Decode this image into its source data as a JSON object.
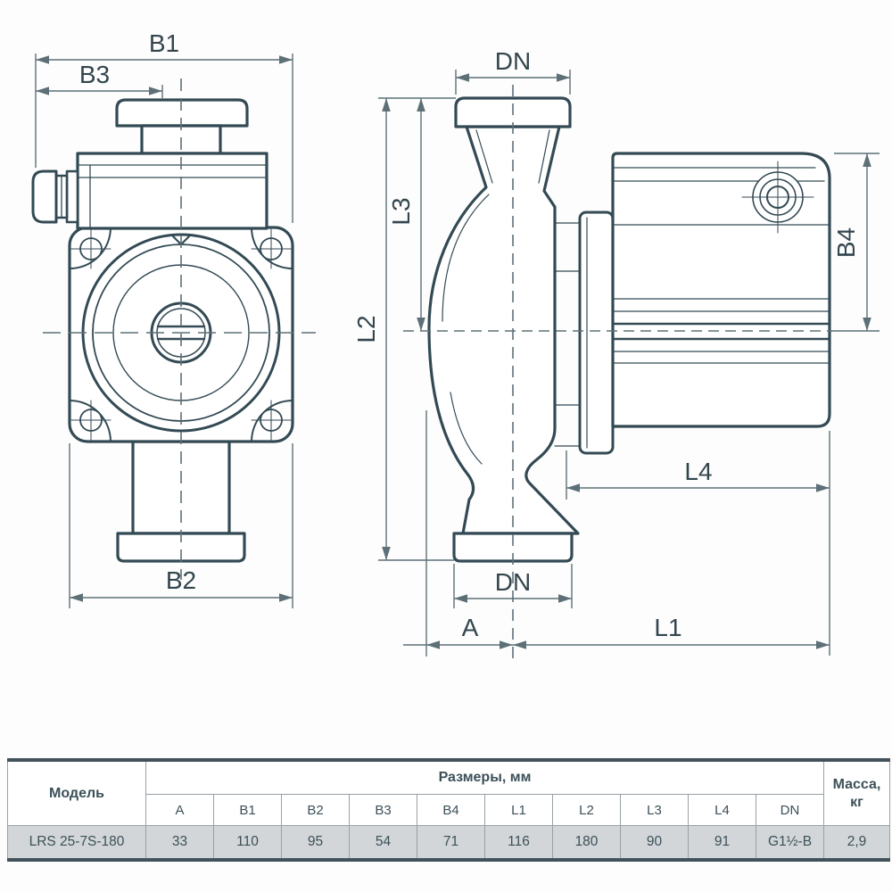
{
  "drawing": {
    "front_view": {
      "dim_b1": "B1",
      "dim_b3": "B3",
      "dim_b2": "B2"
    },
    "side_view": {
      "dim_dn_top": "DN",
      "dim_l3": "L3",
      "dim_l2": "L2",
      "dim_b4": "B4",
      "dim_l4": "L4",
      "dim_dn_bottom": "DN",
      "dim_a": "A",
      "dim_l1": "L1"
    }
  },
  "table": {
    "model_header": "Модель",
    "dimensions_header": "Размеры, мм",
    "mass_header": "Масса,\nкг",
    "columns": [
      "A",
      "B1",
      "B2",
      "B3",
      "B4",
      "L1",
      "L2",
      "L3",
      "L4",
      "DN"
    ],
    "rows": [
      {
        "model": "LRS 25-7S-180",
        "values": [
          "33",
          "110",
          "95",
          "54",
          "71",
          "116",
          "180",
          "90",
          "91",
          "G1½-B"
        ],
        "mass": "2,9"
      }
    ]
  },
  "colors": {
    "outline": "#334a54",
    "dimension": "#5d7077",
    "label": "#33464e",
    "table_border_heavy": "#42525a",
    "table_border_light": "#97a1a6",
    "data_row_bg": "#d2d6d8"
  }
}
